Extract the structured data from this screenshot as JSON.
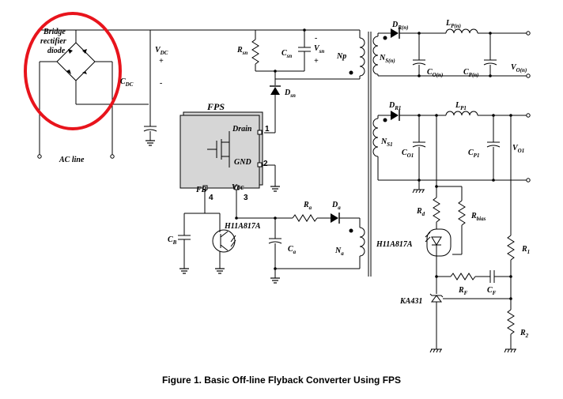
{
  "caption": "Figure 1. Basic Off-line Flyback Converter Using FPS",
  "highlight_color": "#e8141c",
  "labels": {
    "bridge_1": "Bridge",
    "bridge_2": "rectifier",
    "bridge_3": "diode",
    "ac_line": "AC line",
    "vdc": "V",
    "vdc_sub": "DC",
    "cdc": "C",
    "cdc_sub": "DC",
    "rsn": "R",
    "rsn_sub": "sn",
    "csn": "C",
    "csn_sub": "sn",
    "vsn": "V",
    "vsn_sub": "sn",
    "dsn": "D",
    "dsn_sub": "sn",
    "np": "Np",
    "fps": "FPS",
    "drain": "Drain",
    "gnd": "GND",
    "fb": "FB",
    "vcc": "Vcc",
    "pin1": "1",
    "pin2": "2",
    "pin3": "3",
    "pin4": "4",
    "opto_primary": "H11A817A",
    "cb": "C",
    "cb_sub": "B",
    "ra": "R",
    "ra_sub": "a",
    "da": "D",
    "da_sub": "a",
    "ca": "C",
    "ca_sub": "a",
    "na": "N",
    "na_sub": "a",
    "dn": "D",
    "dn_sub": "R(n)",
    "lpn": "L",
    "lpn_sub": "P(n)",
    "nsn": "N",
    "nsn_sub": "S(n)",
    "con": "C",
    "con_sub": "O(n)",
    "cpn": "C",
    "cpn_sub": "P(n)",
    "von": "V",
    "von_sub": "O(n)",
    "dr1": "D",
    "dr1_sub": "R1",
    "lp1": "L",
    "lp1_sub": "P1",
    "ns1": "N",
    "ns1_sub": "S1",
    "co1": "C",
    "co1_sub": "O1",
    "cp1": "C",
    "cp1_sub": "P1",
    "vo1": "V",
    "vo1_sub": "O1",
    "rd": "R",
    "rd_sub": "d",
    "rbias": "R",
    "rbias_sub": "bias",
    "opto_secondary": "H11A817A",
    "r1": "R",
    "r1_sub": "1",
    "rf": "R",
    "rf_sub": "F",
    "cf": "C",
    "cf_sub": "F",
    "ka431": "KA431",
    "r2": "R",
    "r2_sub": "2",
    "plus": "+",
    "minus": "-"
  }
}
